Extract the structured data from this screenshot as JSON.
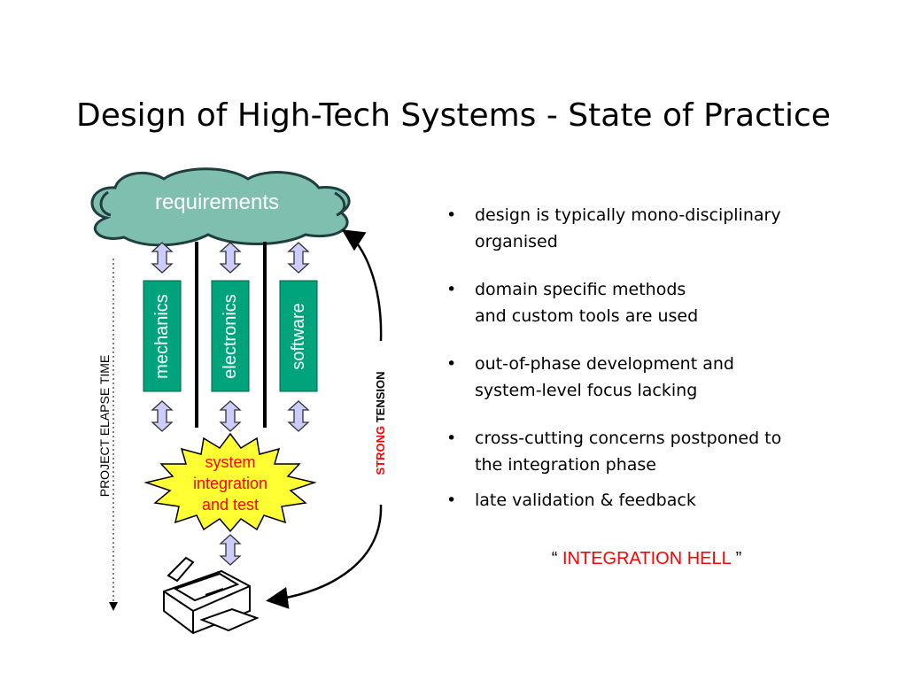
{
  "title": "Design of High-Tech Systems - State of Practice",
  "diagram": {
    "requirements": "requirements",
    "disciplines": [
      "mechanics",
      "electronics",
      "software"
    ],
    "integration": [
      "system",
      "integration",
      "and test"
    ],
    "elapse_label": "PROJECT ELAPSE TIME",
    "tension_strong": "STRONG",
    "tension_word": " TENSION",
    "icons": [
      "cloud-icon",
      "double-arrow-icon",
      "starburst-icon",
      "printer-icon"
    ],
    "colors": {
      "cloud": "#7fbfaf",
      "discipline": "#00a47c",
      "starburst": "#ffff33",
      "arrow_fill": "#ccccff",
      "accent_red": "#ff0000"
    }
  },
  "bullets": [
    {
      "line1": "design is typically mono-disciplinary",
      "line2": "organised"
    },
    {
      "line1": "domain specific methods",
      "line2": "and custom tools are used"
    },
    {
      "line1": "out-of-phase development and",
      "line2": "system-level focus lacking"
    },
    {
      "line1": "cross-cutting concerns postponed to",
      "line2": "the integration phase"
    },
    {
      "line1": "late validation & feedback",
      "line2": ""
    }
  ],
  "quote": {
    "open": "“ ",
    "text": "INTEGRATION HELL",
    "close": " ”"
  }
}
